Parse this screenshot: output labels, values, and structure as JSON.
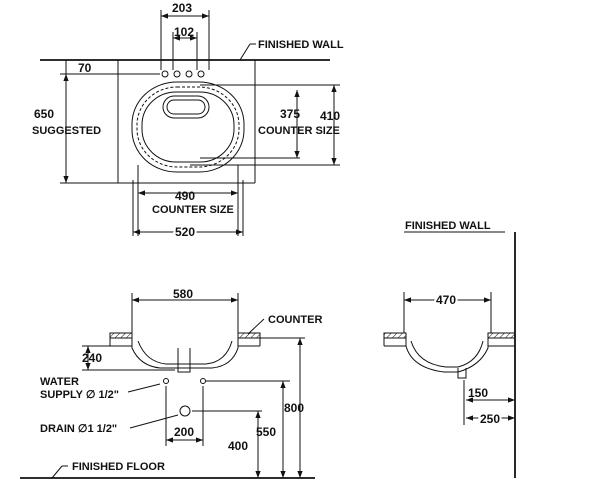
{
  "top_view": {
    "finished_wall": "FINISHED WALL",
    "dim_203": "203",
    "dim_102": "102",
    "dim_70": "70",
    "dim_650": "650",
    "suggested": "SUGGESTED",
    "dim_375": "375",
    "counter_size_right": "COUNTER SIZE",
    "dim_410": "410",
    "dim_490": "490",
    "counter_size_bottom": "COUNTER SIZE",
    "dim_520": "520"
  },
  "front_view": {
    "dim_580": "580",
    "counter": "COUNTER",
    "dim_240": "240",
    "water_supply_1": "WATER",
    "water_supply_2": "SUPPLY ∅ 1/2\"",
    "drain": "DRAIN ∅1 1/2\"",
    "dim_200": "200",
    "dim_400": "400",
    "dim_550": "550",
    "dim_800": "800",
    "finished_floor": "FINISHED FLOOR"
  },
  "side_view": {
    "finished_wall": "FINISHED WALL",
    "dim_470": "470",
    "dim_150": "150",
    "dim_250": "250"
  }
}
